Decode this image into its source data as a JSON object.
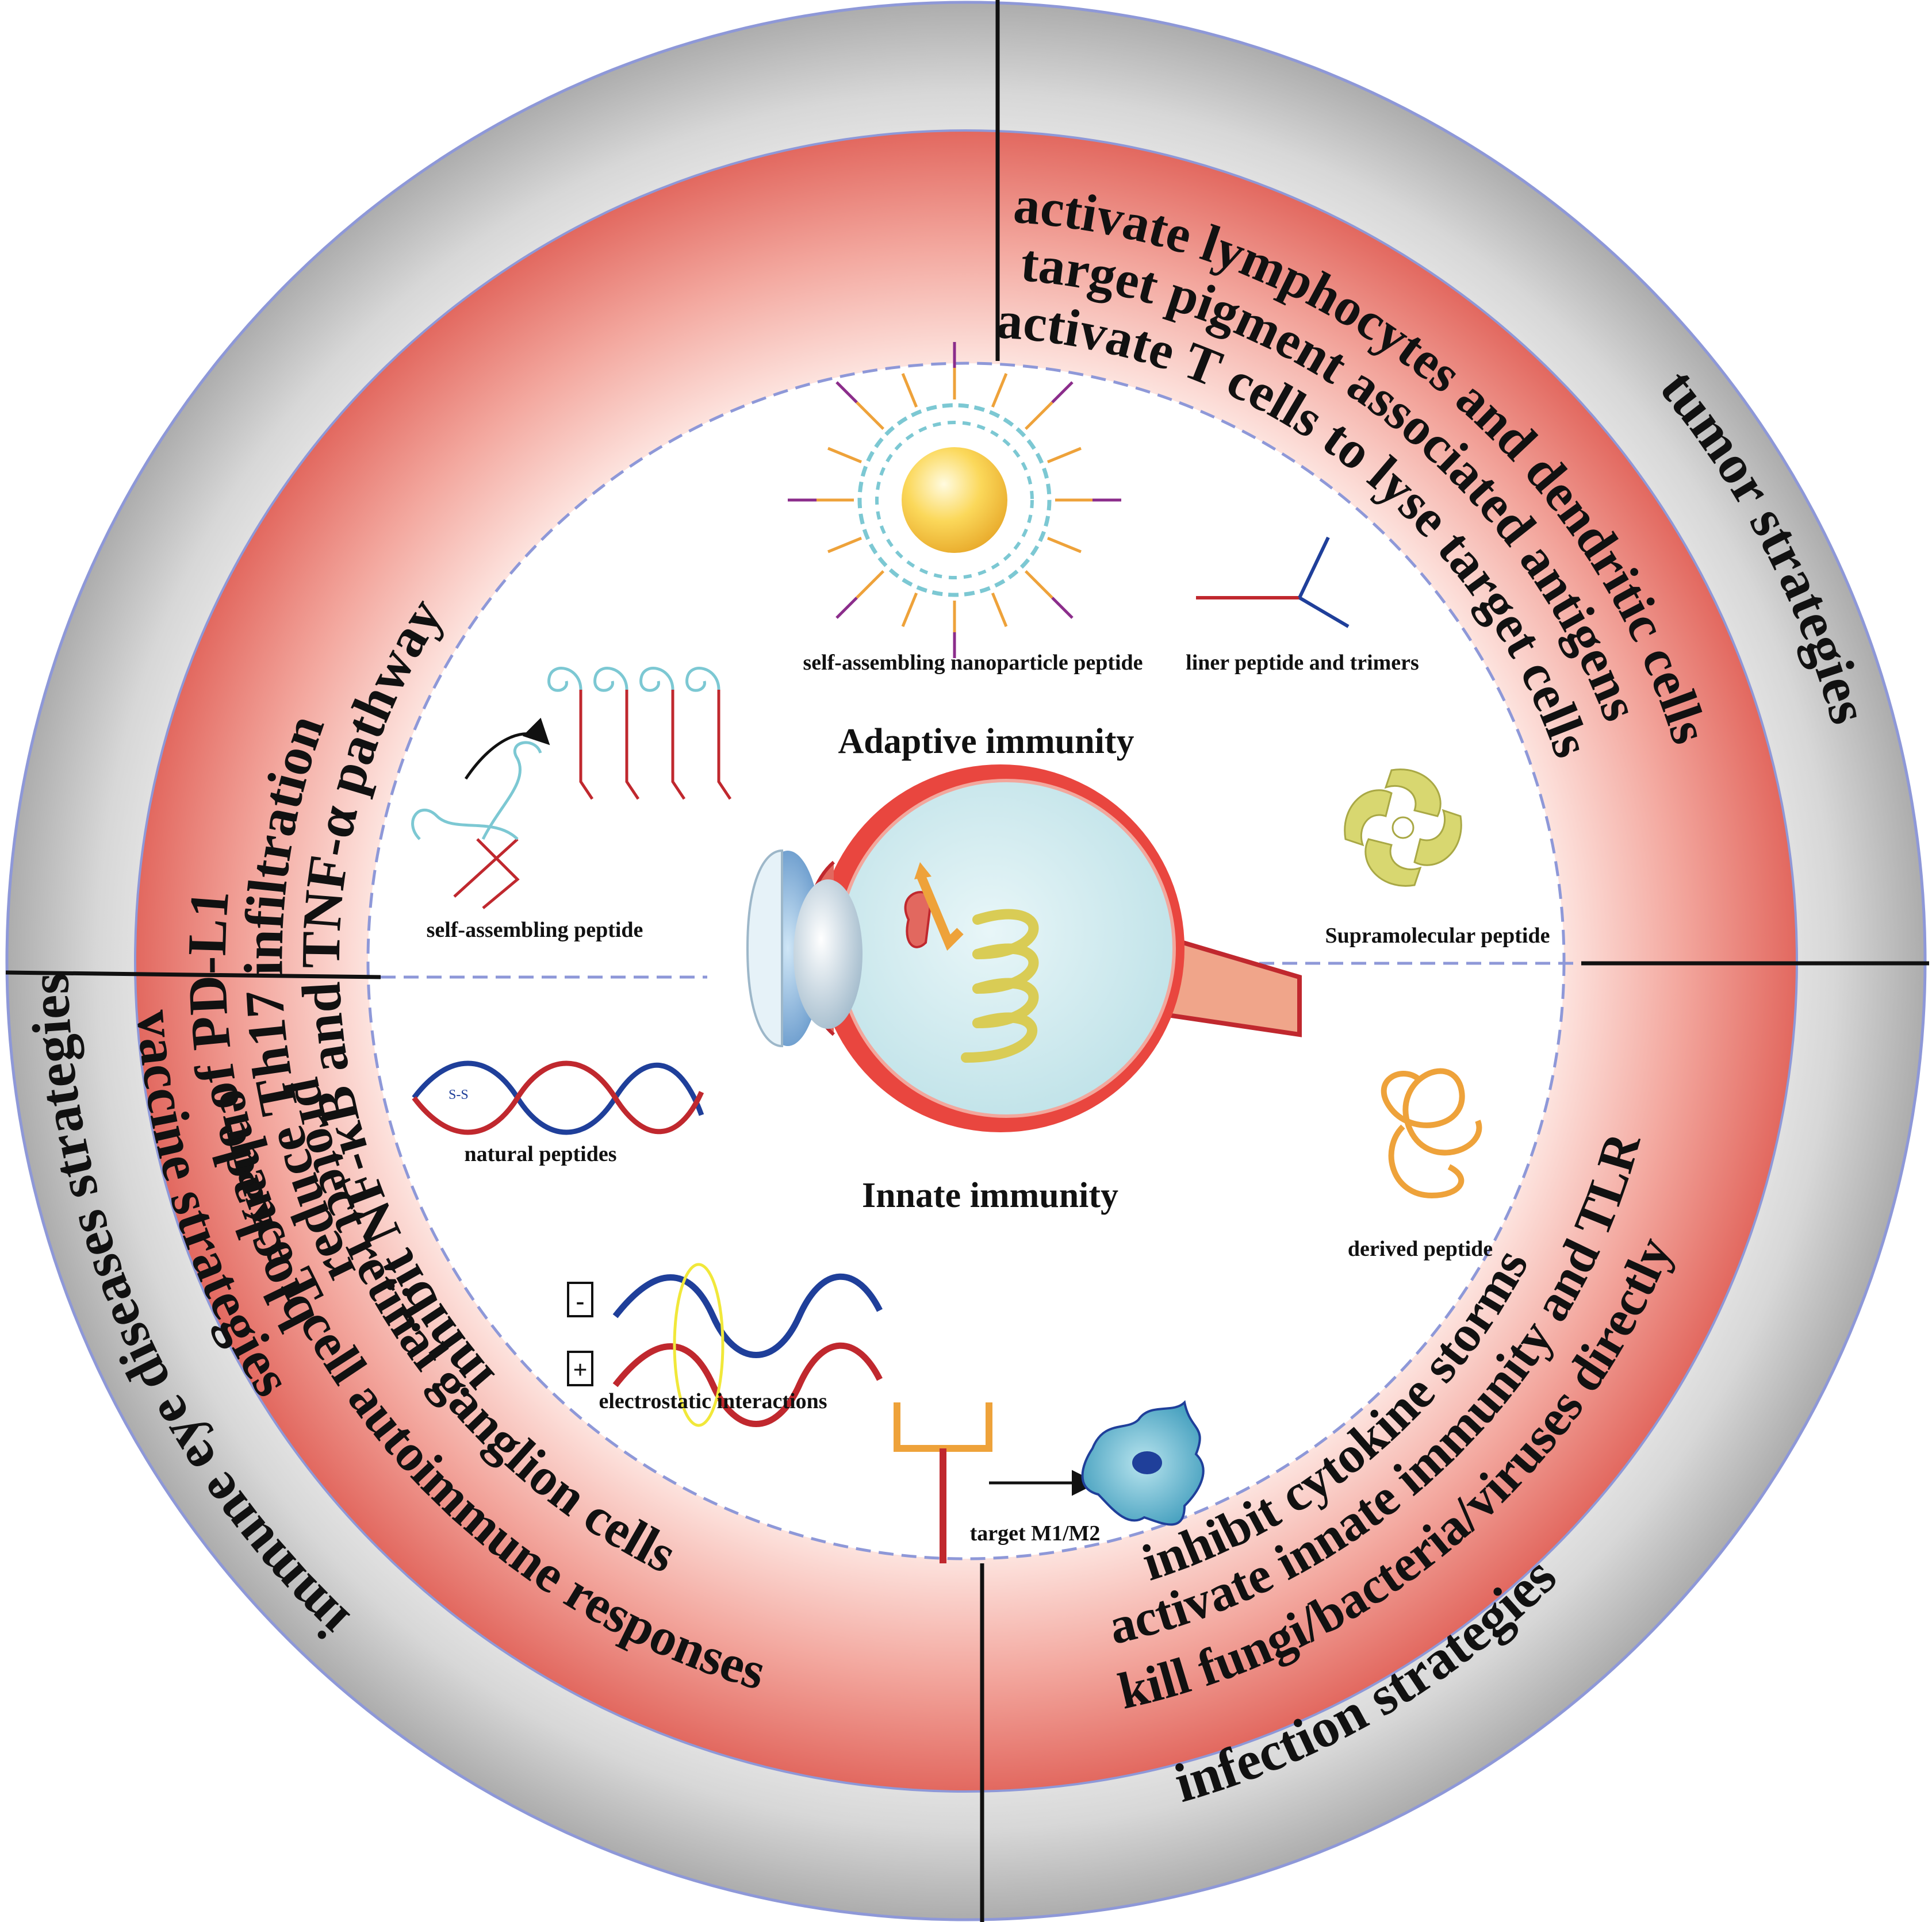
{
  "strategies": {
    "immune": "immune eye diseases strategies",
    "tumor": "tumor strategies",
    "vaccine": "vaccine strategies",
    "infection": "infection strategies"
  },
  "mechanisms": {
    "immune": [
      "blockade of PD-L1",
      "reduce Th17 infiltration",
      "inhibit NF-κB and TNF-α pathway"
    ],
    "tumor": [
      "activate lymphocytes and dendritic cells",
      "target pigment associated antigens",
      "activate T cells to lyse target cells"
    ],
    "vaccine": [
      "protect retinal ganglion cells",
      "enhance T cell autoimmune responses"
    ],
    "infection": [
      "inhibit cytokine storms",
      "activate innate immunity and TLR",
      "kill fungi/bacteria/viruses directly"
    ]
  },
  "center": {
    "adaptive": "Adaptive immunity",
    "innate": "Innate immunity"
  },
  "peptides": {
    "self_assembling_nanoparticle": "self-assembling nanoparticle peptide",
    "liner_trimers": "liner peptide and trimers",
    "self_assembling": "self-assembling peptide",
    "supramolecular": "Supramolecular peptide",
    "natural": "natural peptides",
    "derived": "derived peptide",
    "electrostatic": "electrostatic interactions",
    "target_m1m2": "target M1/M2"
  },
  "signs": {
    "minus": "-",
    "plus": "+",
    "disulfide": "S-S"
  },
  "colors": {
    "outer_ring": "#c8c8c8",
    "middle_ring": "#ec7b72",
    "inner_disc": "#ffffff",
    "ring_edge": "#8e98d8",
    "peptide_red": "#c0282e",
    "peptide_blue": "#1f3f9a",
    "peptide_cyan": "#7cc8d3",
    "peptide_orange": "#eea23a"
  }
}
